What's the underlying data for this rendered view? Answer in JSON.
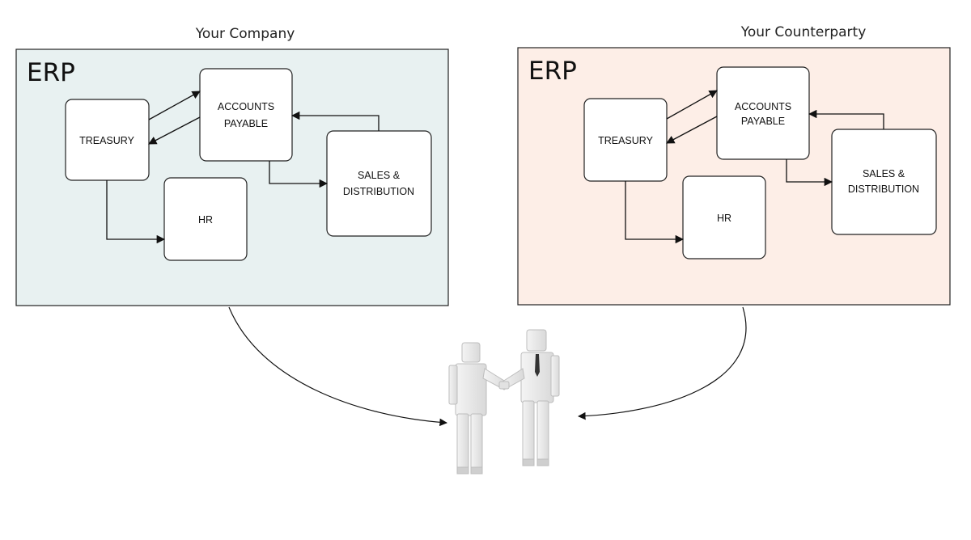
{
  "colors": {
    "company_panel_fill": "#e8f1f1",
    "counterparty_panel_fill": "#fdeee7",
    "border": "#222222"
  },
  "company": {
    "title": "Your Company",
    "erp_label": "ERP",
    "boxes": {
      "treasury": "TREASURY",
      "accounts_payable_line1": "ACCOUNTS",
      "accounts_payable_line2": "PAYABLE",
      "sales_line1": "SALES &",
      "sales_line2": "DISTRIBUTION",
      "hr": "HR"
    }
  },
  "counterparty": {
    "title": "Your Counterparty",
    "erp_label": "ERP",
    "boxes": {
      "treasury": "TREASURY",
      "accounts_payable_line1": "ACCOUNTS",
      "accounts_payable_line2": "PAYABLE",
      "sales_line1": "SALES &",
      "sales_line2": "DISTRIBUTION",
      "hr": "HR"
    }
  },
  "icons": {
    "handshake": "handshake-people-icon"
  }
}
